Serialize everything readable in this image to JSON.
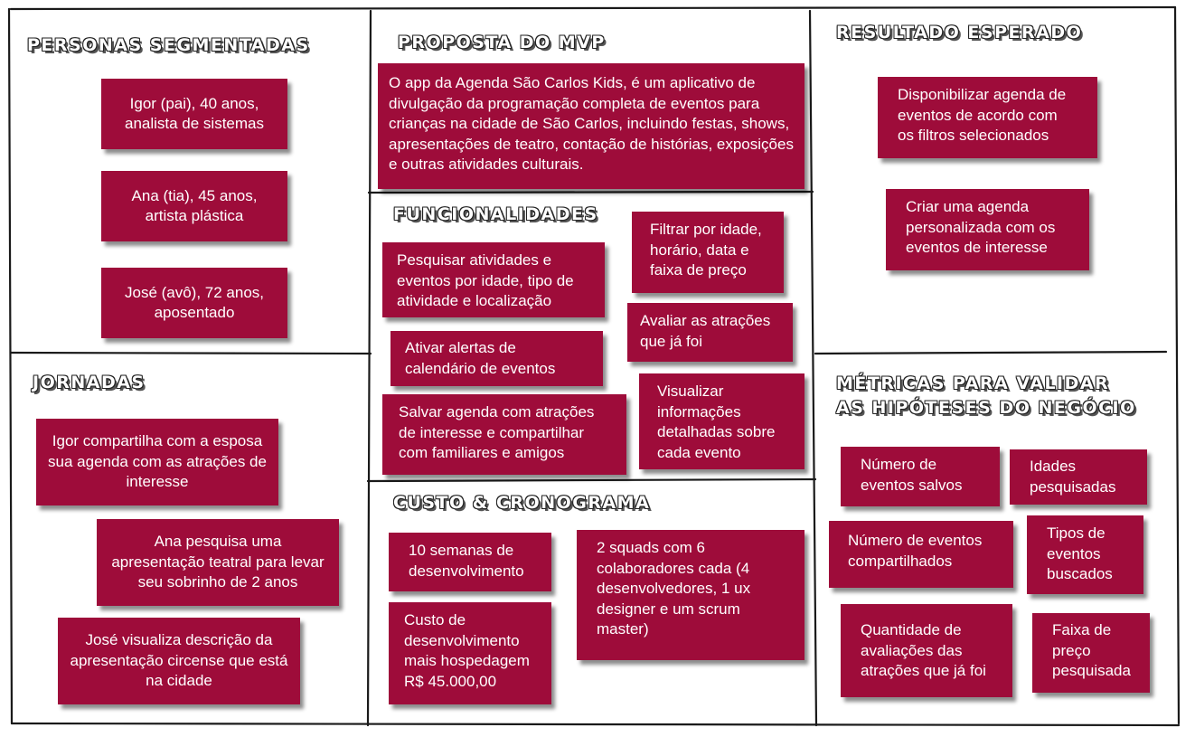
{
  "sections": {
    "personas": {
      "title": "Personas Segmentadas",
      "notes": [
        "Igor (pai), 40 anos, analista de sistemas",
        "Ana (tia), 45 anos, artista plástica",
        "José (avô), 72 anos, aposentado"
      ]
    },
    "jornadas": {
      "title": "Jornadas",
      "notes": [
        "Igor compartilha com a esposa sua agenda com as atrações de interesse",
        "Ana pesquisa uma apresentação teatral para levar seu sobrinho de 2 anos",
        "José visualiza descrição da apresentação circense que está na cidade"
      ]
    },
    "proposta": {
      "title": "Proposta do MVP",
      "notes": [
        "O app da Agenda São Carlos Kids, é um aplicativo de divulgação da programação completa de eventos para crianças na cidade de São Carlos, incluindo festas, shows, apresentações de teatro, contação de histórias, exposições e outras atividades culturais."
      ]
    },
    "funcionalidades": {
      "title": "Funcionalidades",
      "notes": [
        "Pesquisar atividades e eventos por idade, tipo de atividade e localização",
        "Filtrar por idade, horário, data e faixa de preço",
        "Avaliar as atrações que já foi",
        "Ativar alertas de calendário de eventos",
        "Salvar agenda com atrações de interesse e compartilhar com familiares e amigos",
        "Visualizar informações detalhadas sobre cada evento"
      ]
    },
    "custo": {
      "title": "Custo & Cronograma",
      "notes": [
        "10 semanas de desenvolvimento",
        "2 squads com 6 colaboradores cada (4 desenvolvedores, 1 ux designer e um scrum master)",
        "Custo de desenvolvimento mais hospedagem R$ 45.000,00"
      ]
    },
    "resultado": {
      "title": "Resultado Esperado",
      "notes": [
        "Disponibilizar agenda de eventos de acordo com os filtros selecionados",
        "Criar uma agenda personalizada com os eventos de interesse"
      ]
    },
    "metricas": {
      "title_line1": "Métricas para validar",
      "title_line2": "as hipóteses do negócio",
      "notes": [
        "Número de eventos salvos",
        "Idades pesquisadas",
        "Número de eventos compartilhados",
        "Tipos de eventos buscados",
        "Quantidade de avaliações das atrações que já foi",
        "Faixa de preço pesquisada"
      ]
    }
  },
  "colors": {
    "note_bg": "#9e0c3a",
    "note_text": "#ffffff",
    "lines": "#1a1a1a"
  }
}
